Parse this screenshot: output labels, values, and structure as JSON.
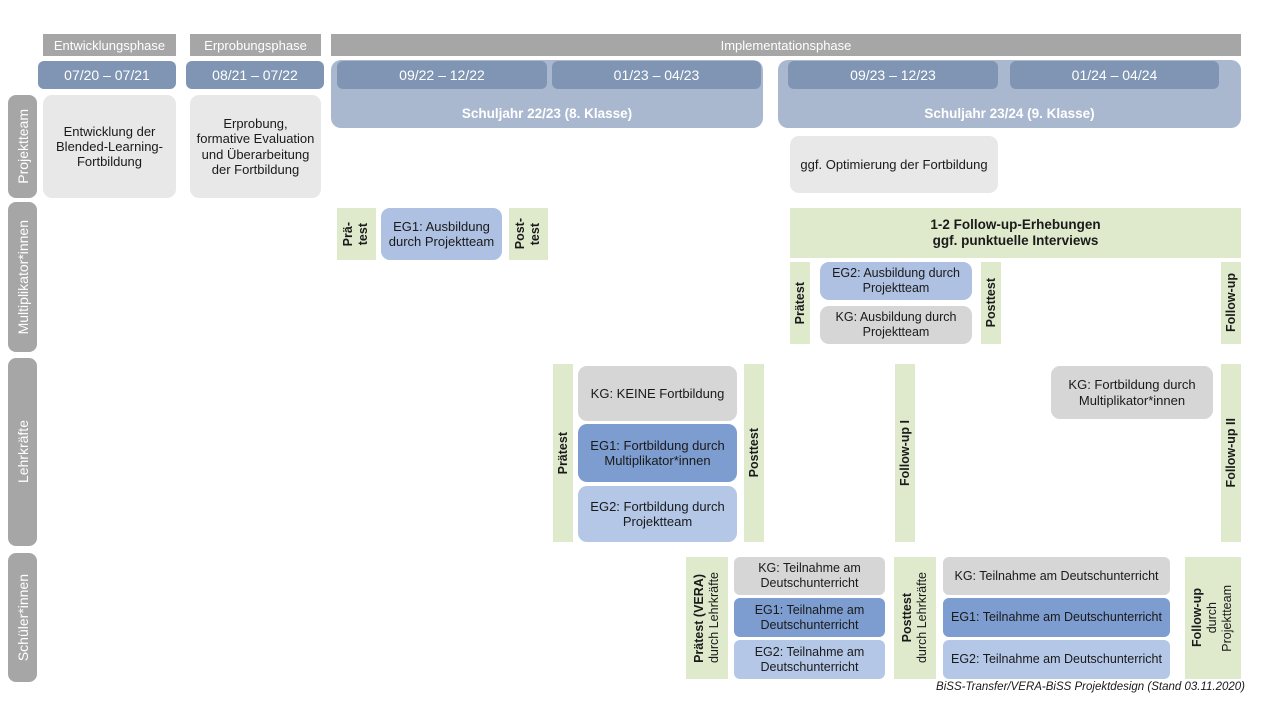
{
  "footer": {
    "note": "BiSS-Transfer/VERA-BiSS Projektdesign (Stand 03.11.2020)"
  },
  "phases": [
    {
      "label": "Entwicklungsphase"
    },
    {
      "label": "Erprobungsphase"
    },
    {
      "label": "Implementationsphase"
    }
  ],
  "periods": [
    {
      "label": "07/20 – 07/21"
    },
    {
      "label": "08/21 – 07/22"
    },
    {
      "label": "09/22 – 12/22"
    },
    {
      "label": "01/23 – 04/23"
    },
    {
      "label": "09/23 – 12/23"
    },
    {
      "label": "01/24 – 04/24"
    }
  ],
  "schoolyears": [
    {
      "label": "Schuljahr 22/23 (8. Klasse)"
    },
    {
      "label": "Schuljahr 23/24 (9. Klasse)"
    }
  ],
  "rows": [
    {
      "label": "Projektteam"
    },
    {
      "label": "Multiplikator*innen"
    },
    {
      "label": "Lehrkräfte"
    },
    {
      "label": "Schüler*innen"
    }
  ],
  "projektteam": {
    "entwicklung": "Entwicklung der Blended-Learning-Fortbildung",
    "erprobung": "Erprobung, formative Evaluation und Überarbeitung der Fortbildung",
    "optimierung": "ggf. Optimierung der Fortbildung"
  },
  "multiplikatoren": {
    "praetest_1_line1": "Prä-",
    "praetest_1_line2": "test",
    "eg1": "EG1: Ausbildung durch Projektteam",
    "posttest_1_line1": "Post-",
    "posttest_1_line2": "test",
    "followup_banner_line1": "1-2 Follow-up-Erhebungen",
    "followup_banner_line2": "ggf. punktuelle Interviews",
    "praetest_2": "Prätest",
    "eg2": "EG2: Ausbildung durch Projektteam",
    "kg": "KG: Ausbildung durch Projektteam",
    "posttest_2": "Posttest",
    "followup": "Follow-up"
  },
  "lehrkraefte": {
    "praetest": "Prätest",
    "kg": "KG:  KEINE Fortbildung",
    "eg1": "EG1: Fortbildung durch Multiplikator*innen",
    "eg2": "EG2: Fortbildung durch Projektteam",
    "posttest": "Posttest",
    "followup_1": "Follow-up I",
    "kg_right": "KG: Fortbildung durch Multiplikator*innen",
    "followup_2": "Follow-up II"
  },
  "schueler": {
    "praetest_main": "Prätest (VERA)",
    "praetest_sub": "durch Lehrkräfte",
    "kg_left": "KG: Teilnahme am Deutschunterricht",
    "eg1_left": "EG1: Teilnahme am Deutschunterricht",
    "eg2_left": "EG2: Teilnahme am Deutschunterricht",
    "posttest_main": "Posttest",
    "posttest_sub": "durch Lehrkräfte",
    "kg_right": "KG: Teilnahme am Deutschunterricht",
    "eg1_right": "EG1: Teilnahme am Deutschunterricht",
    "eg2_right": "EG2: Teilnahme am Deutschunterricht",
    "followup_main": "Follow-up",
    "followup_sub1": "durch",
    "followup_sub2": "Projektteam"
  }
}
